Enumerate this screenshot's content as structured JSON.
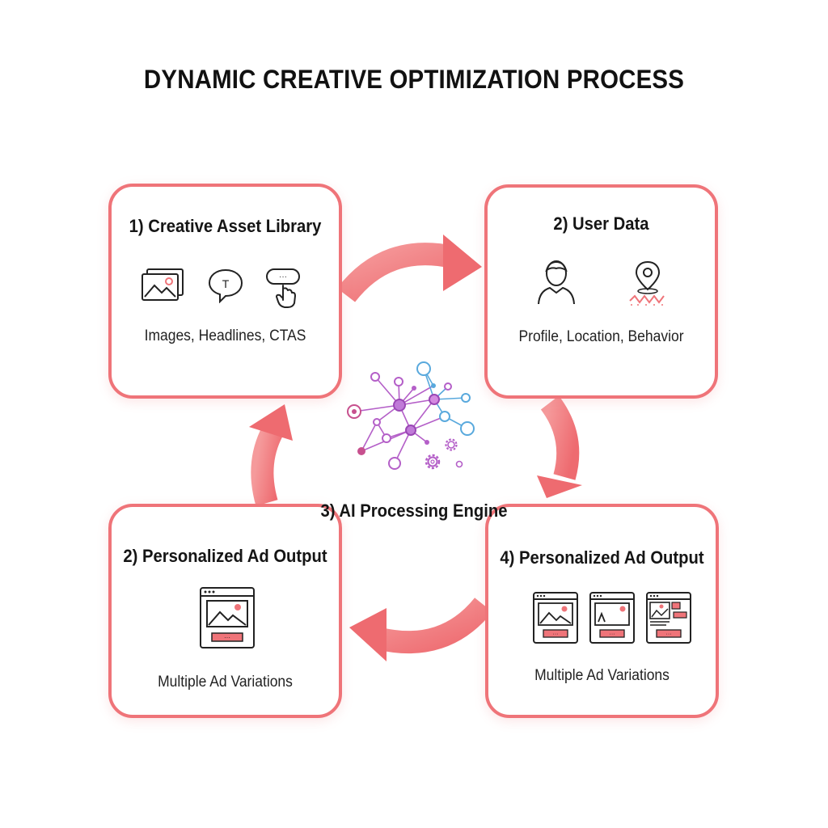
{
  "title": "DYNAMIC CREATIVE OPTIMIZATION PROCESS",
  "cards": [
    {
      "title": "1) Creative Asset Library",
      "caption": "Images, Headlines, CTAS",
      "icons": [
        "image-gallery-icon",
        "text-bubble-icon",
        "cta-click-icon"
      ],
      "bubble_letter": "T",
      "cta_dots": "···"
    },
    {
      "title": "2) User Data",
      "caption": "Profile, Location, Behavior",
      "icons": [
        "user-profile-icon",
        "location-pin-icon"
      ]
    },
    {
      "title": "2) Personalized Ad Output",
      "caption": "Multiple Ad Variations",
      "icons": [
        "ad-window-icon"
      ],
      "button_dots": "···"
    },
    {
      "title": "4) Personalized Ad Output",
      "caption": "Multiple Ad Variations",
      "icons": [
        "ad-window-icon",
        "ad-window-icon",
        "ad-window-icon"
      ],
      "button_dots": "···"
    }
  ],
  "engine": {
    "label": "3) AI Processing Engine",
    "icons": [
      "neural-network-icon",
      "gear-icon"
    ]
  },
  "colors": {
    "accent": "#ef7479",
    "arrow": "#f07579",
    "network_purple": "#b45fc8",
    "network_blue": "#59a9dd",
    "ink": "#1a1a1a"
  }
}
